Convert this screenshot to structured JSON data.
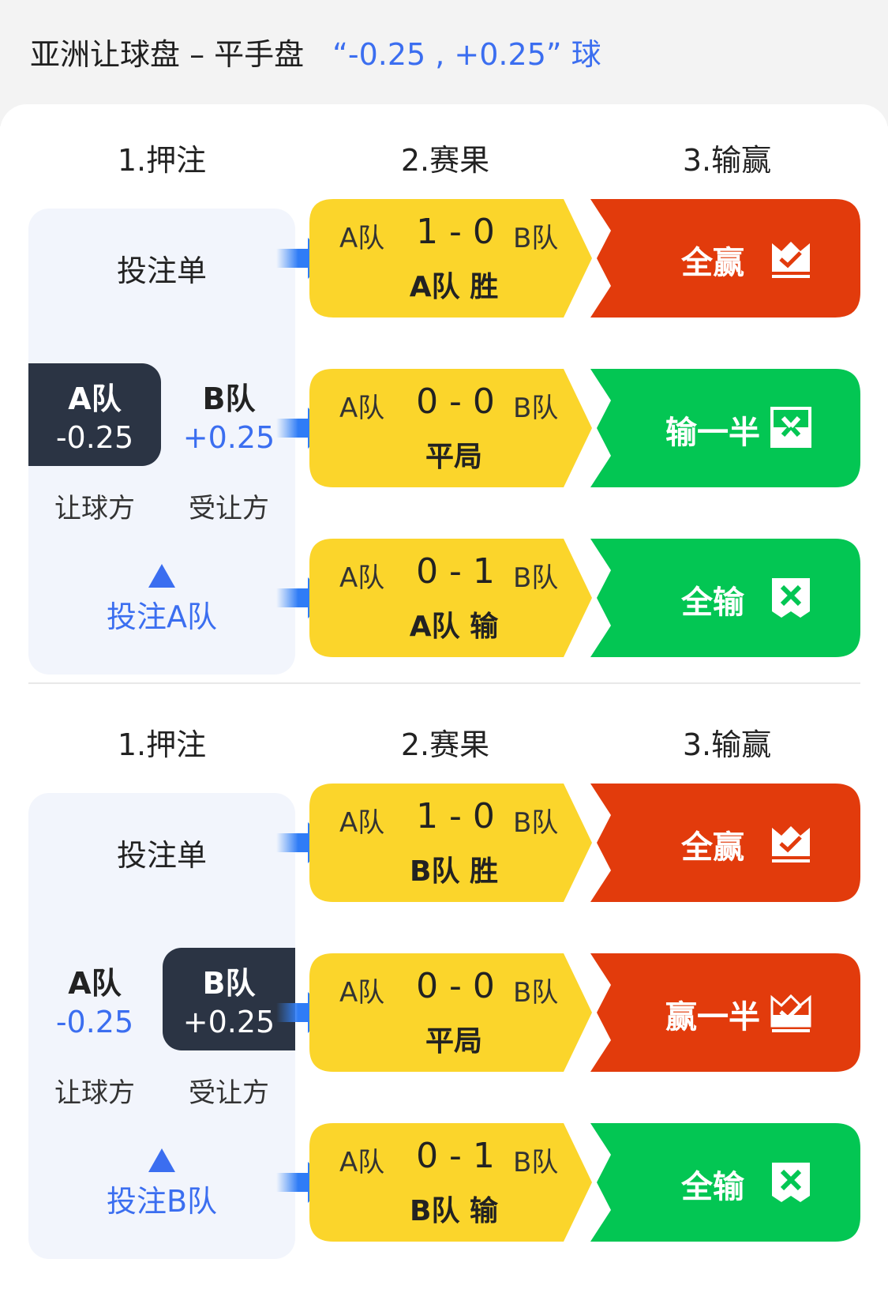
{
  "header": {
    "title": "亚洲让球盘 – 平手盘",
    "highlight": "“-0.25 , +0.25” 球"
  },
  "colors": {
    "win": "#e23b0c",
    "lose": "#03c653",
    "result": "#fbd52b",
    "accent": "#3b6ef0",
    "dark": "#2b3444"
  },
  "sections": [
    {
      "columns": [
        "1.押注",
        "2.赛果",
        "3.输赢"
      ],
      "slip_label": "投注单",
      "team_a": {
        "name": "A队",
        "value": "-0.25",
        "role": "让球方"
      },
      "team_b": {
        "name": "B队",
        "value": "+0.25",
        "role": "受让方"
      },
      "selected_team": "A",
      "pick_label": "投注A队",
      "rows": [
        {
          "team_a": "A队",
          "score": "1 - 0",
          "team_b": "B队",
          "outcome": "A队 胜",
          "payout": "全赢",
          "payout_type": "win",
          "icon": "crown-check-icon"
        },
        {
          "team_a": "A队",
          "score": "0 - 0",
          "team_b": "B队",
          "outcome": "平局",
          "payout": "输一半",
          "payout_type": "lose",
          "icon": "half-x-icon"
        },
        {
          "team_a": "A队",
          "score": "0 - 1",
          "team_b": "B队",
          "outcome": "A队 输",
          "payout": "全输",
          "payout_type": "lose",
          "icon": "x-icon"
        }
      ]
    },
    {
      "columns": [
        "1.押注",
        "2.赛果",
        "3.输赢"
      ],
      "slip_label": "投注单",
      "team_a": {
        "name": "A队",
        "value": "-0.25",
        "role": "让球方"
      },
      "team_b": {
        "name": "B队",
        "value": "+0.25",
        "role": "受让方"
      },
      "selected_team": "B",
      "pick_label": "投注B队",
      "rows": [
        {
          "team_a": "A队",
          "score": "1 - 0",
          "team_b": "B队",
          "outcome": "B队 胜",
          "payout": "全赢",
          "payout_type": "win",
          "icon": "crown-check-icon"
        },
        {
          "team_a": "A队",
          "score": "0 - 0",
          "team_b": "B队",
          "outcome": "平局",
          "payout": "赢一半",
          "payout_type": "win",
          "icon": "half-crown-icon"
        },
        {
          "team_a": "A队",
          "score": "0 - 1",
          "team_b": "B队",
          "outcome": "B队 输",
          "payout": "全输",
          "payout_type": "lose",
          "icon": "x-icon"
        }
      ]
    }
  ]
}
